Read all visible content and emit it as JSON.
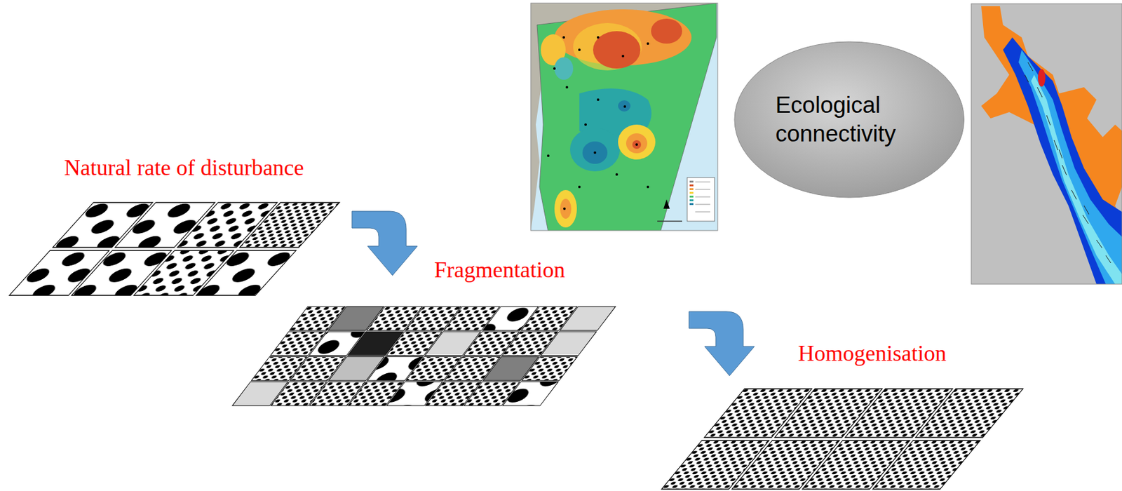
{
  "diagram": {
    "nodes": [
      {
        "text": [
          "Ecological connectivity"
        ]
      }
    ],
    "labels": [
      "Natural rate of disturbance",
      "Fragmentation",
      "Homogenisation"
    ]
  }
}
